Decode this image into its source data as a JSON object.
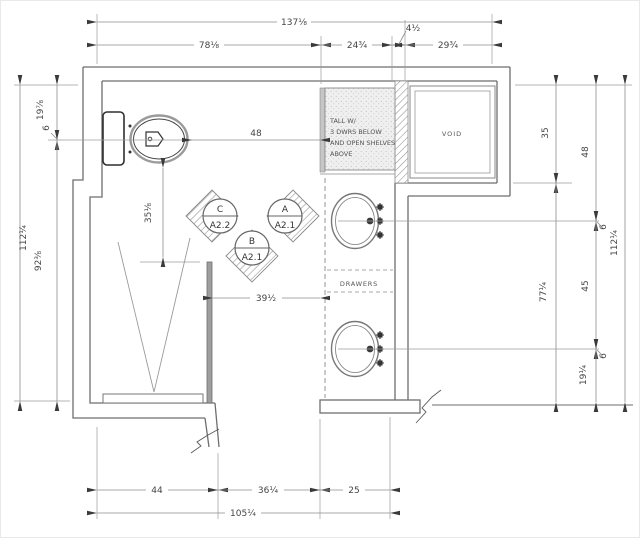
{
  "dimensions": {
    "top": {
      "overall": "137⅛",
      "seg_a": "78⅛",
      "seg_b": "24¾",
      "seg_c": "4½",
      "seg_d": "29¾"
    },
    "bottom": {
      "overall": "105¼",
      "seg_a": "44",
      "seg_b": "36¼",
      "seg_c": "25"
    },
    "left": {
      "overall": "112¼",
      "seg_a": "19⅞",
      "seg_b": "92⅜",
      "flag": "6"
    },
    "right": {
      "overall": "112¼",
      "wall_seg_a": "35",
      "wall_seg_b": "77¼",
      "fix_seg_a": "48",
      "fix_seg_b": "45",
      "fix_seg_c": "19¼",
      "flag_a": "6",
      "flag_b": "6"
    },
    "interior": {
      "toilet_to_cabinet": "48",
      "toilet_to_shower": "35⅛",
      "shower_to_vanity": "39½"
    }
  },
  "annotations": {
    "tall_cabinet_line1": "TALL W/",
    "tall_cabinet_line2": "3 DWRS BELOW",
    "tall_cabinet_line3": "AND OPEN SHELVES",
    "tall_cabinet_line4": "ABOVE",
    "void": "VOID",
    "drawers": "DRAWERS"
  },
  "callouts": {
    "a": {
      "letter": "A",
      "sheet": "A2.1"
    },
    "b": {
      "letter": "B",
      "sheet": "A2.1"
    },
    "c": {
      "letter": "C",
      "sheet": "A2.2"
    }
  },
  "colors": {
    "wall_line": "#6e6e6e",
    "thin_line": "#949494",
    "arrow": "#3a3a3a",
    "text": "#454545",
    "partition_fill": "#9e9e9e",
    "cabinet_panel": "#c6c6c6",
    "hatch": "#8f8f8f"
  }
}
